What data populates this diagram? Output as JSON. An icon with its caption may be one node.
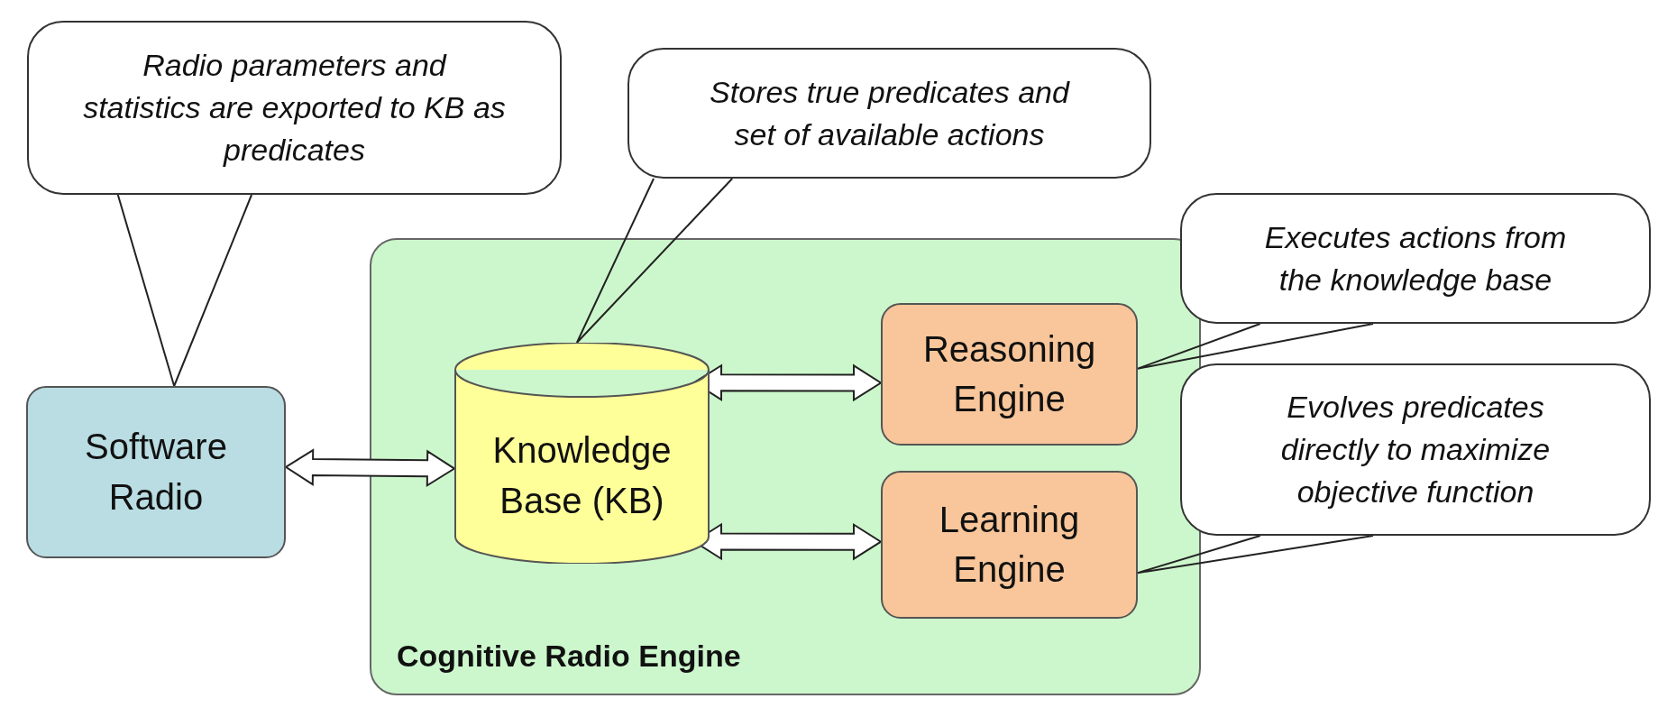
{
  "diagram": {
    "nodes": [
      {
        "text": [
          "Cognitive Radio Engine"
        ]
      },
      {
        "text": [
          "Software Radio"
        ]
      },
      {
        "text": [
          "Knowledge Base (KB)"
        ],
        "in": 0
      },
      {
        "text": [
          "Reasoning Engine"
        ],
        "in": 0
      },
      {
        "text": [
          "Learning Engine"
        ],
        "in": 0
      },
      {
        "text": [
          "Radio parameters and statistics are exported to KB as predicates"
        ]
      },
      {
        "text": [
          "Stores true predicates and set of available actions"
        ]
      },
      {
        "text": [
          "Executes actions from the knowledge base"
        ]
      },
      {
        "text": [
          "Evolves predicates directly to maximize objective function"
        ]
      }
    ],
    "edges": [
      {
        "from": 1,
        "to": 2,
        "arrow": "both"
      },
      {
        "from": 2,
        "to": 3,
        "arrow": "both"
      },
      {
        "from": 2,
        "to": 4,
        "arrow": "both"
      },
      {
        "from": 5,
        "to": 1,
        "arrow": "none"
      },
      {
        "from": 6,
        "to": 2,
        "arrow": "none"
      },
      {
        "from": 7,
        "to": 3,
        "arrow": "none"
      },
      {
        "from": 8,
        "to": 4,
        "arrow": "none"
      }
    ]
  }
}
